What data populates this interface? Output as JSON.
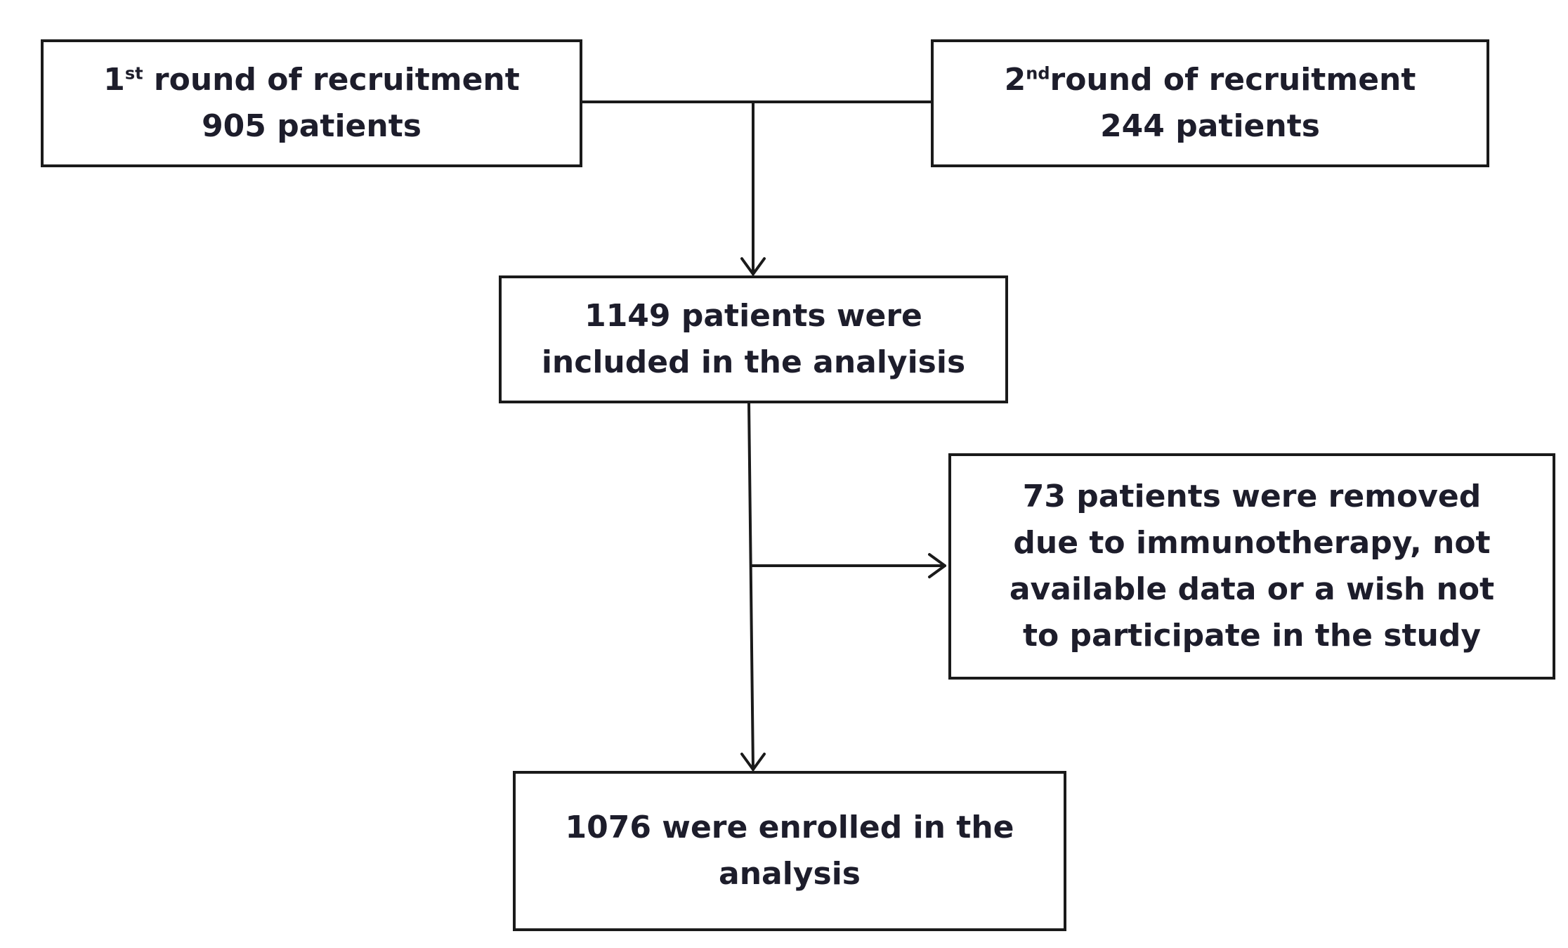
{
  "colors": {
    "line": "#1a1a1a",
    "text": "#1d1d2b",
    "background": "#ffffff"
  },
  "nodes": {
    "round1": {
      "ordinal": "1",
      "ordinal_sup": "st",
      "title_rest": " round  of recruitment",
      "count": "905 patients"
    },
    "round2": {
      "ordinal": "2",
      "ordinal_sup": "nd",
      "title_rest": "round  of recruitment",
      "count": "244 patients"
    },
    "included": {
      "lines": [
        "1149 patients were",
        "included in the analyisis"
      ]
    },
    "removed": {
      "lines": [
        "73 patients were removed",
        "due to immunotherapy,  not",
        "available  data  or a wish not",
        "to participate  in the study"
      ]
    },
    "enrolled": {
      "lines": [
        "1076 were enrolled in the",
        "analysis"
      ]
    }
  }
}
